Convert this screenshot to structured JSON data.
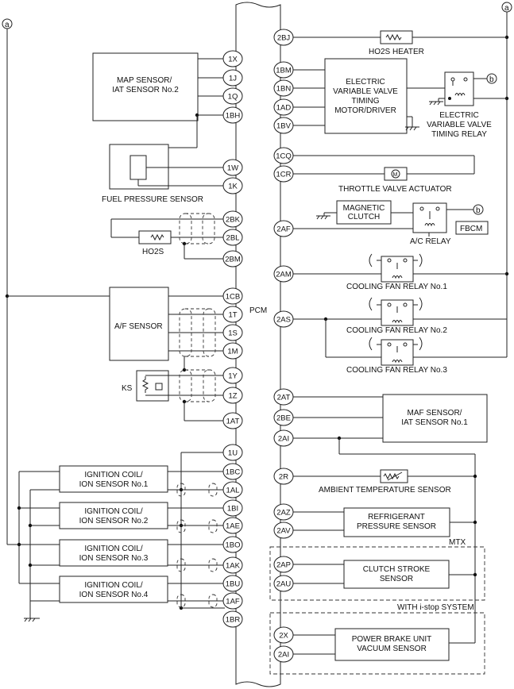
{
  "pcm_label": "PCM",
  "marker_a": "a",
  "marker_b": "b",
  "left_components": {
    "map_sensor": "MAP SENSOR/\nIAT SENSOR No.2",
    "fuel_pressure_sensor": "FUEL PRESSURE SENSOR",
    "ho2s": "HO2S",
    "af_sensor": "A/F SENSOR",
    "ks": "KS",
    "ign1": "IGNITION COIL/\nION SENSOR No.1",
    "ign2": "IGNITION COIL/\nION SENSOR No.2",
    "ign3": "IGNITION COIL/\nION SENSOR No.3",
    "ign4": "IGNITION COIL/\nION SENSOR No.4"
  },
  "right_components": {
    "ho2s_heater": "HO2S HEATER",
    "evvt_motor": "ELECTRIC\nVARIABLE VALVE\nTIMING\nMOTOR/DRIVER",
    "evvt_relay": "ELECTRIC\nVARIABLE VALVE\nTIMING RELAY",
    "throttle_actuator": "THROTTLE VALVE ACTUATOR",
    "magnetic_clutch": "MAGNETIC\nCLUTCH",
    "ac_relay": "A/C RELAY",
    "fbcm": "FBCM",
    "fan_relay_1": "COOLING FAN RELAY No.1",
    "fan_relay_2": "COOLING FAN RELAY No.2",
    "fan_relay_3": "COOLING FAN RELAY No.3",
    "maf_sensor": "MAF SENSOR/\nIAT SENSOR No.1",
    "ambient_sensor": "AMBIENT TEMPERATURE SENSOR",
    "refrigerant_sensor": "REFRIGERANT\nPRESSURE SENSOR",
    "mtx_label": "MTX",
    "clutch_stroke_sensor": "CLUTCH STROKE\nSENSOR",
    "istop_label": "WITH i-stop SYSTEM",
    "power_brake_sensor": "POWER BRAKE UNIT\nVACUUM SENSOR"
  },
  "left_pins": [
    "1X",
    "1J",
    "1Q",
    "1BH",
    "1W",
    "1K",
    "2BK",
    "2BL",
    "2BM",
    "1CB",
    "1T",
    "1S",
    "1M",
    "1Y",
    "1Z",
    "1AT",
    "1U",
    "1BC",
    "1AL",
    "1BI",
    "1AE",
    "1BO",
    "1AK",
    "1BU",
    "1AF",
    "1BR"
  ],
  "right_pins": [
    "2BJ",
    "1BM",
    "1BN",
    "1AD",
    "1BV",
    "1CQ",
    "1CR",
    "2AF",
    "2AM",
    "2AS",
    "2AT",
    "2BE",
    "2AI",
    "2R",
    "2AZ",
    "2AV",
    "2AP",
    "2AU",
    "2X",
    "2AI"
  ]
}
